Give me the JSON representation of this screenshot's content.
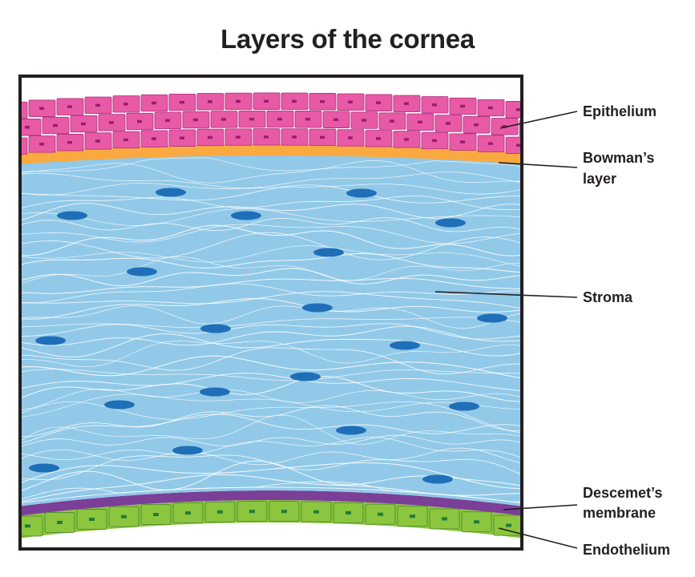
{
  "title": "Layers of the cornea",
  "labels": {
    "epithelium": "Epithelium",
    "bowman_line1": "Bowman’s",
    "bowman_line2": "layer",
    "stroma": "Stroma",
    "descemet_line1": "Descemet’s",
    "descemet_line2": "membrane",
    "endothelium": "Endothelium"
  },
  "colors": {
    "epithelium": "#e85aa6",
    "epithelium_nucleus": "#9b1e6e",
    "bowman": "#f9a93f",
    "stroma": "#92c9e8",
    "stroma_nucleus": "#1f6fb8",
    "descemet": "#7b3f98",
    "endothelium": "#8cc63f",
    "endothelium_nucleus": "#237b3a",
    "frame": "#231f20"
  }
}
